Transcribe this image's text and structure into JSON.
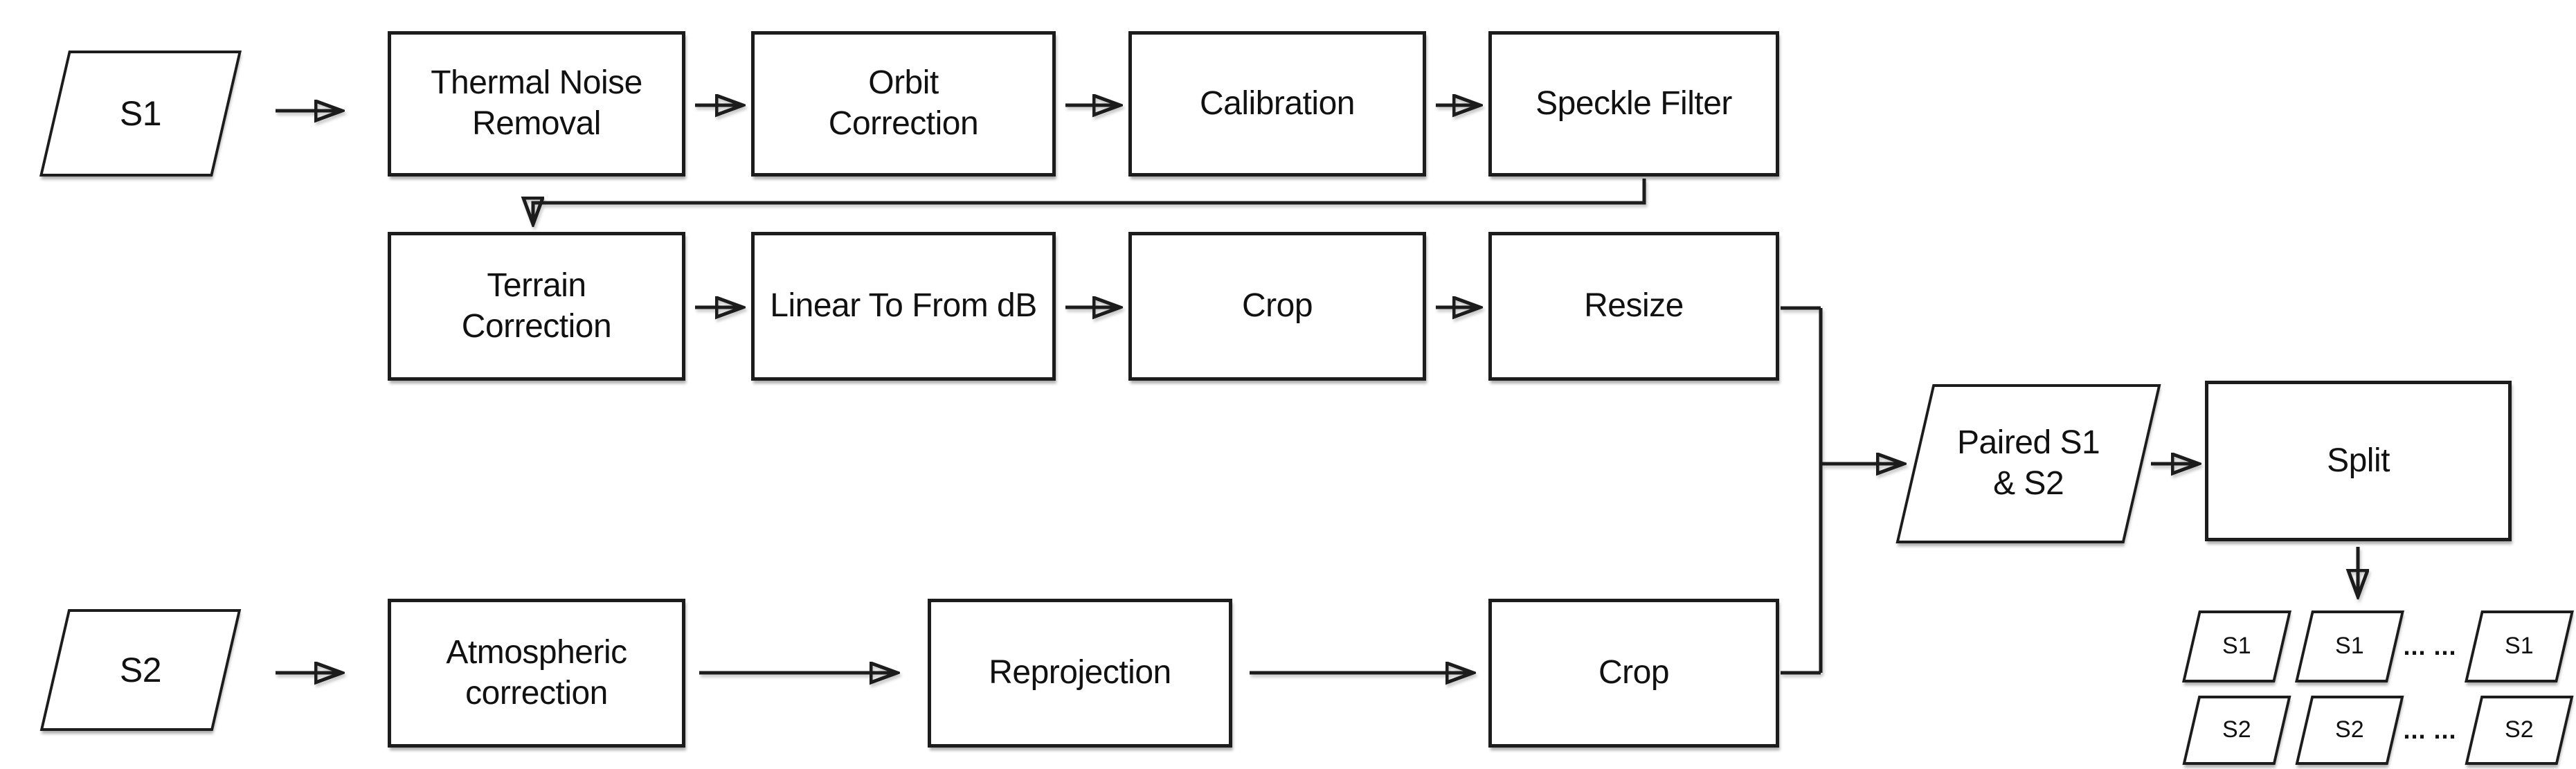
{
  "meta": {
    "background_color": "#ffffff",
    "stroke_color": "#1c1c1c",
    "text_color": "#111111",
    "shape_fill": "#ffffff"
  },
  "s1_pipeline": {
    "input_label": "S1",
    "steps": {
      "thermal_noise_removal": "Thermal Noise Removal",
      "orbit_correction": "Orbit Correction",
      "calibration": "Calibration",
      "speckle_filter": "Speckle Filter",
      "terrain_correction": "Terrain Correction",
      "linear_to_from_db": "Linear To From dB",
      "crop": "Crop",
      "resize": "Resize"
    }
  },
  "s2_pipeline": {
    "input_label": "S2",
    "steps": {
      "atmospheric_correction": "Atmospheric correction",
      "reprojection": "Reprojection",
      "crop": "Crop"
    }
  },
  "merge": {
    "paired_label": "Paired S1 & S2",
    "split_label": "Split"
  },
  "outputs": {
    "s1_row": {
      "tiles": [
        "S1",
        "S1",
        "S1"
      ],
      "ellipsis": "... ..."
    },
    "s2_row": {
      "tiles": [
        "S2",
        "S2",
        "S2"
      ],
      "ellipsis": "... ..."
    }
  }
}
